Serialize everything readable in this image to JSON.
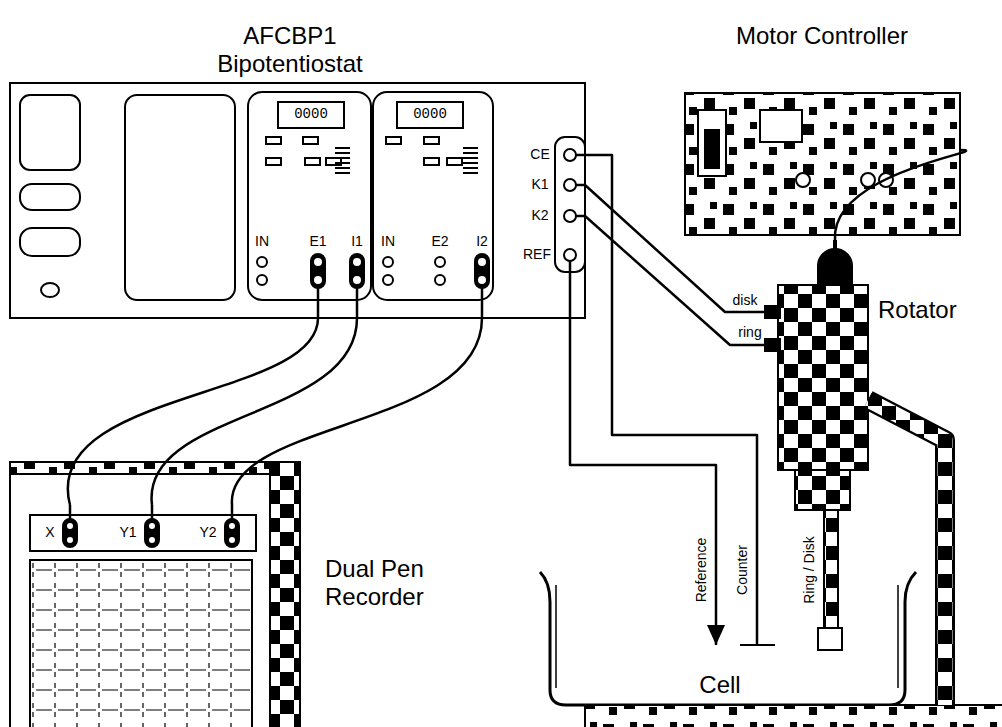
{
  "diagram": {
    "nodes": [
      {
        "text": [
          "AFCBP1 Bipotentiostat"
        ]
      },
      {
        "text": [
          "Motor Controller"
        ]
      },
      {
        "text": [
          "Rotator"
        ]
      },
      {
        "text": [
          "Dual Pen Recorder"
        ]
      },
      {
        "text": [
          "Cell"
        ]
      }
    ],
    "edges": [
      {
        "from": 0,
        "to": 3,
        "arrow": "none"
      },
      {
        "from": 0,
        "to": 3,
        "arrow": "none"
      },
      {
        "from": 0,
        "to": 3,
        "arrow": "none"
      },
      {
        "from": 0,
        "to": 2,
        "label": "disk",
        "arrow": "none"
      },
      {
        "from": 0,
        "to": 2,
        "label": "ring",
        "arrow": "none"
      },
      {
        "from": 0,
        "to": 4,
        "label": "Counter",
        "arrow": "none"
      },
      {
        "from": 0,
        "to": 4,
        "label": "Reference",
        "arrow": "to"
      },
      {
        "from": 1,
        "to": 2,
        "arrow": "none"
      },
      {
        "from": 2,
        "to": 4,
        "arrow": "none"
      }
    ],
    "labels": [
      "0000",
      "0000",
      "IN",
      "E1",
      "I1",
      "IN",
      "E2",
      "I2",
      "CE",
      "K1",
      "K2",
      "REF",
      "X",
      "Y1",
      "Y2",
      "Ring / Disk"
    ]
  }
}
